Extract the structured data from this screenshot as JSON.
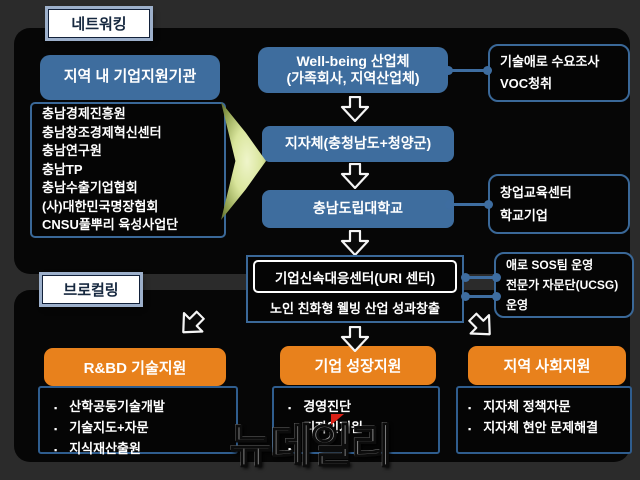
{
  "glyphs": {
    "bullet": "▪"
  },
  "colors": {
    "outer_bg": "#2b2b2b",
    "panel_bg": "#060606",
    "accent_blue": "#3e6d9e",
    "accent_orange": "#e8811c",
    "green_arrow": "#d9e59c",
    "white_arrow": "#ffffff",
    "watermark_flag_red": "#d92016"
  },
  "sections": {
    "networking": {
      "tag": "네트워킹",
      "support_title": "지역 내 기업지원기관",
      "orgs": [
        "충남경제진흥원",
        "충남창조경제혁신센터",
        "충남연구원",
        "충남TP",
        "충남수출기업협회",
        "(사)대한민국명장협회",
        "CNSU풀뿌리 육성사업단"
      ],
      "wellbeing": {
        "line1": "Well-being 산업체",
        "line2": "(가족회사, 지역산업체)"
      },
      "voc": {
        "line1": "기술애로 수요조사",
        "line2": "VOC청취"
      },
      "local_gov": "지자체(충청남도+청양군)",
      "university": "충남도립대학교",
      "edu": {
        "line1": "창업교육센터",
        "line2": "학교기업"
      },
      "center": {
        "title": "기업신속대응센터(URI 센터)",
        "subtitle": "노인 친화형 웰빙 산업 성과창출"
      },
      "sos": {
        "line1": "애로 SOS팀 운영",
        "line2": "전문가 자문단(UCSG)운영"
      }
    },
    "brokaling": {
      "tag": "브로컬링",
      "cards": [
        {
          "title": "R&BD 기술지원",
          "items": [
            "산학공동기술개발",
            "기술지도+자문",
            "지식재산출원"
          ]
        },
        {
          "title": "기업 성장지원",
          "items": [
            "경영진단",
            "디자인지원",
            ""
          ]
        },
        {
          "title": "지역 사회지원",
          "items": [
            "지자체 정책자문",
            "지자체 현안 문제해결"
          ]
        }
      ]
    }
  },
  "watermark": "뉴데일리"
}
